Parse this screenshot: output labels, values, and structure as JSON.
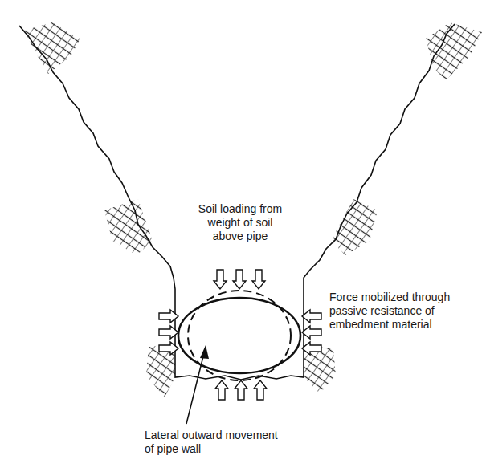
{
  "diagram": {
    "labels": [
      "Soil loading from weight of soil above pipe",
      "Force mobilized through passive resistance of embedment material",
      "Lateral outward movement of pipe wall"
    ]
  }
}
